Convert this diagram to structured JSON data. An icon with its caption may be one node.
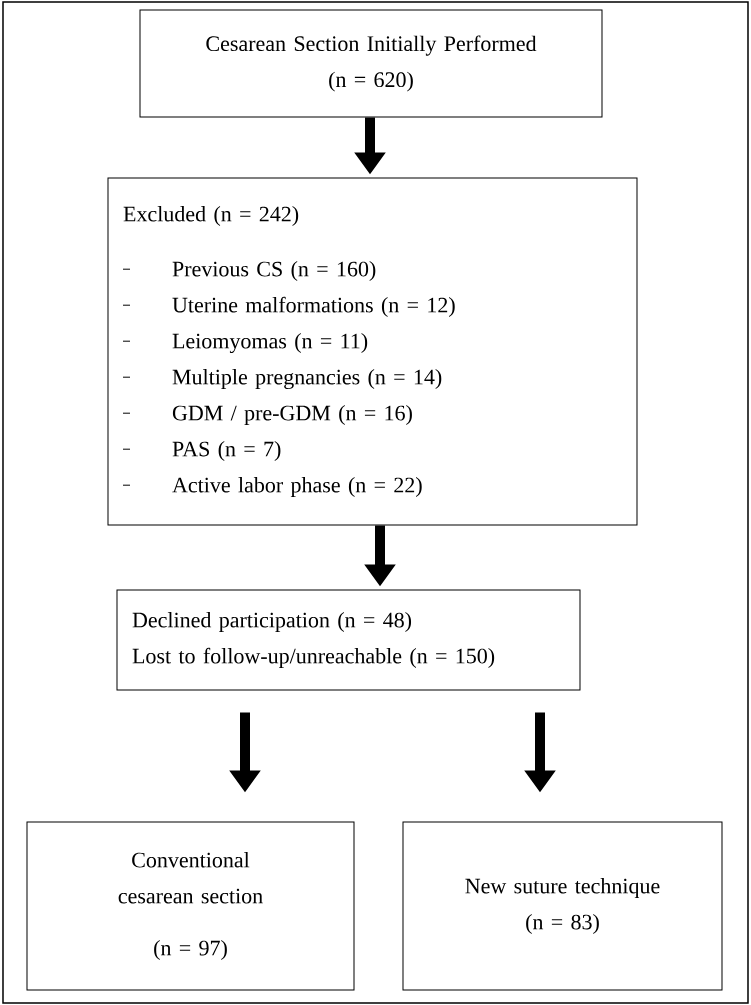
{
  "diagram": {
    "nodes": [
      {
        "text": [
          "Cesarean Section Initially Performed",
          "(n = 620)"
        ]
      },
      {
        "text": [
          "Excluded (n = 242)",
          "Previous CS (n = 160)",
          "Uterine malformations (n = 12)",
          "Leiomyomas (n = 11)",
          "Multiple pregnancies (n = 14)",
          "GDM / pre-GDM (n = 16)",
          "PAS (n = 7)",
          "Active labor phase (n = 22)"
        ]
      },
      {
        "text": [
          "Declined participation (n = 48)",
          "Lost to follow-up/unreachable (n = 150)"
        ]
      },
      {
        "text": [
          "Conventional cesarean section",
          "(n = 97)"
        ]
      },
      {
        "text": [
          "New suture technique",
          "(n = 83)"
        ]
      }
    ],
    "edges": [
      {
        "from": 0,
        "to": 1,
        "arrow": "to"
      },
      {
        "from": 1,
        "to": 2,
        "arrow": "to"
      },
      {
        "from": 2,
        "to": 3,
        "arrow": "to"
      },
      {
        "from": 2,
        "to": 4,
        "arrow": "to"
      }
    ]
  }
}
